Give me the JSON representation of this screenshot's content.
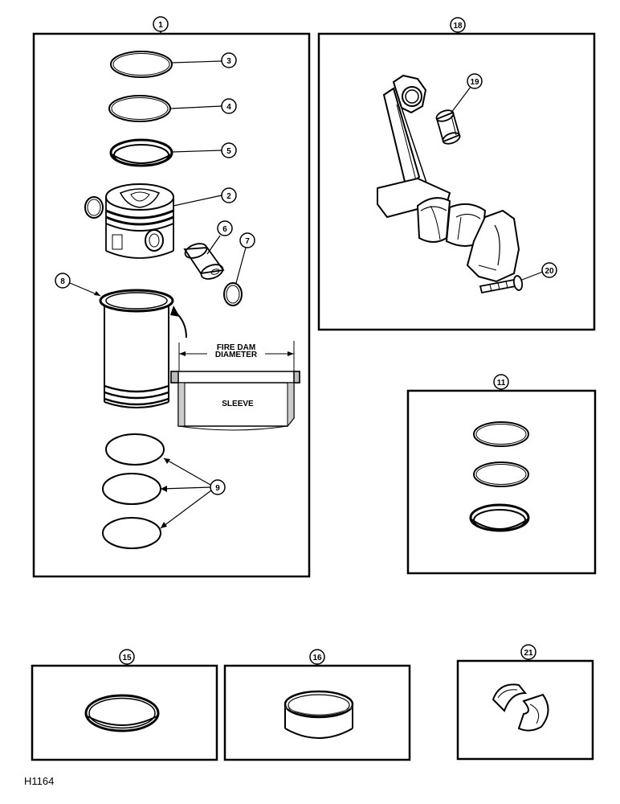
{
  "figure_id": "H1164",
  "panels": {
    "piston_kit": {
      "number": "1",
      "callouts": [
        "3",
        "4",
        "5",
        "2",
        "6",
        "7",
        "8",
        "9"
      ],
      "labels": {
        "fire_dam_line1": "FIRE DAM",
        "fire_dam_line2": "DIAMETER",
        "sleeve": "SLEEVE"
      }
    },
    "connecting_rod": {
      "number": "18",
      "callouts": [
        "19",
        "20"
      ]
    },
    "ring_set": {
      "number": "11"
    },
    "ring_single": {
      "number": "15"
    },
    "sleeve_band": {
      "number": "16"
    },
    "bearing_halves": {
      "number": "21"
    }
  }
}
